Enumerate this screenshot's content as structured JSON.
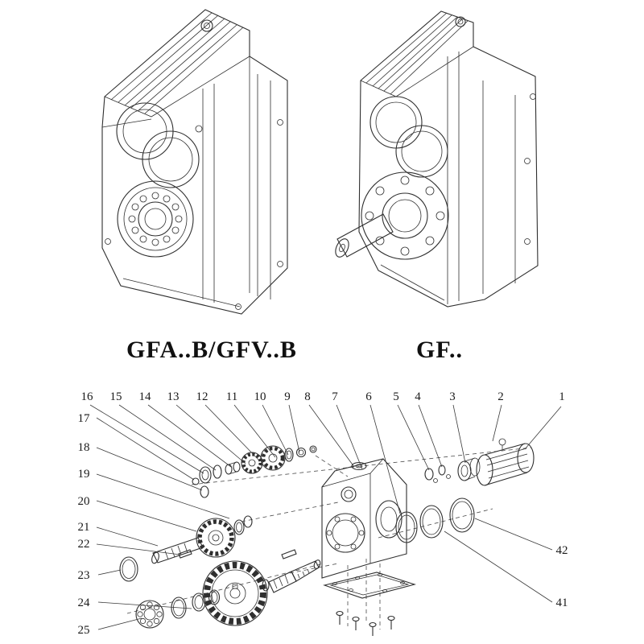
{
  "page": {
    "background": "#ffffff",
    "line_color": "#2f2f2f"
  },
  "drawings": {
    "left_model_label": "GFA..B/GFV..B",
    "right_model_label": "GF.."
  },
  "parts": {
    "top_row": [
      "16",
      "15",
      "14",
      "13",
      "12",
      "11",
      "10",
      "9",
      "8",
      "7",
      "6",
      "5",
      "4",
      "3",
      "2",
      "1"
    ],
    "left_column": [
      "17",
      "18",
      "19",
      "20",
      "21",
      "22",
      "23",
      "24",
      "25"
    ],
    "right_column": [
      "42",
      "41"
    ]
  }
}
